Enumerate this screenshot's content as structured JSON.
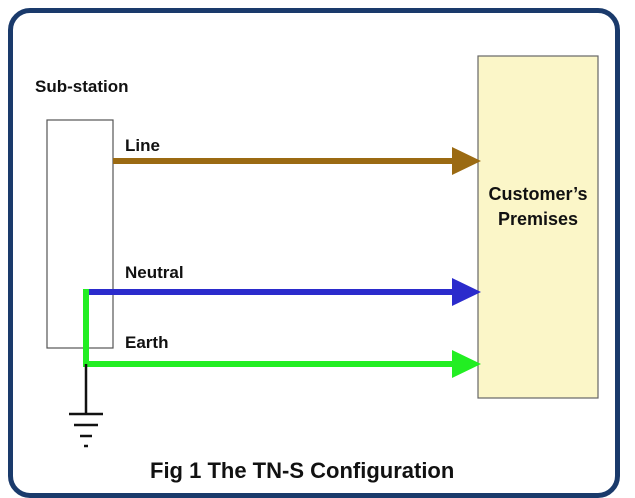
{
  "substation": {
    "label": "Sub-station"
  },
  "premises": {
    "line1": "Customer’s",
    "line2": "Premises"
  },
  "conductors": [
    {
      "name": "Line",
      "color": "#9b6a12"
    },
    {
      "name": "Neutral",
      "color": "#2b2bcc"
    },
    {
      "name": "Earth",
      "color": "#22ee22"
    }
  ],
  "caption": "Fig 1  The TN-S Configuration",
  "colors": {
    "frame": "#1a3a6b",
    "premises_fill": "#fbf6c8",
    "earth_symbol": "#111111"
  }
}
